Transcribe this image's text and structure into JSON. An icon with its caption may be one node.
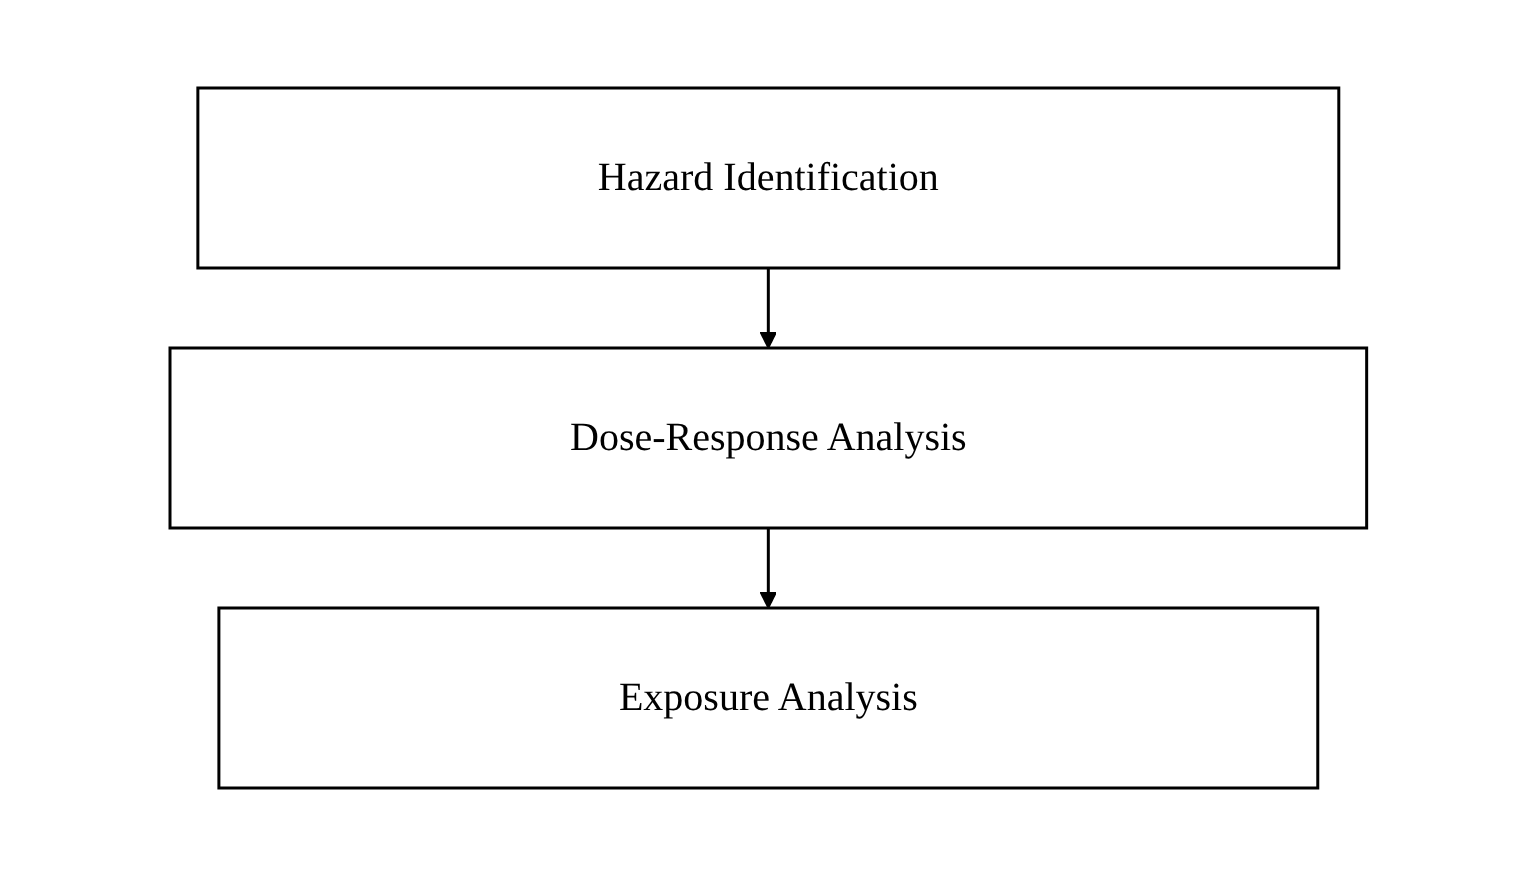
{
  "diagram": {
    "nodes": [
      {
        "text": [
          "Hazard Identification"
        ]
      },
      {
        "text": [
          "Dose-Response Analysis"
        ]
      },
      {
        "text": [
          "Exposure Analysis"
        ]
      }
    ],
    "edges": [
      {
        "from": 0,
        "to": 1,
        "arrow": "to"
      },
      {
        "from": 1,
        "to": 2,
        "arrow": "to"
      }
    ]
  }
}
